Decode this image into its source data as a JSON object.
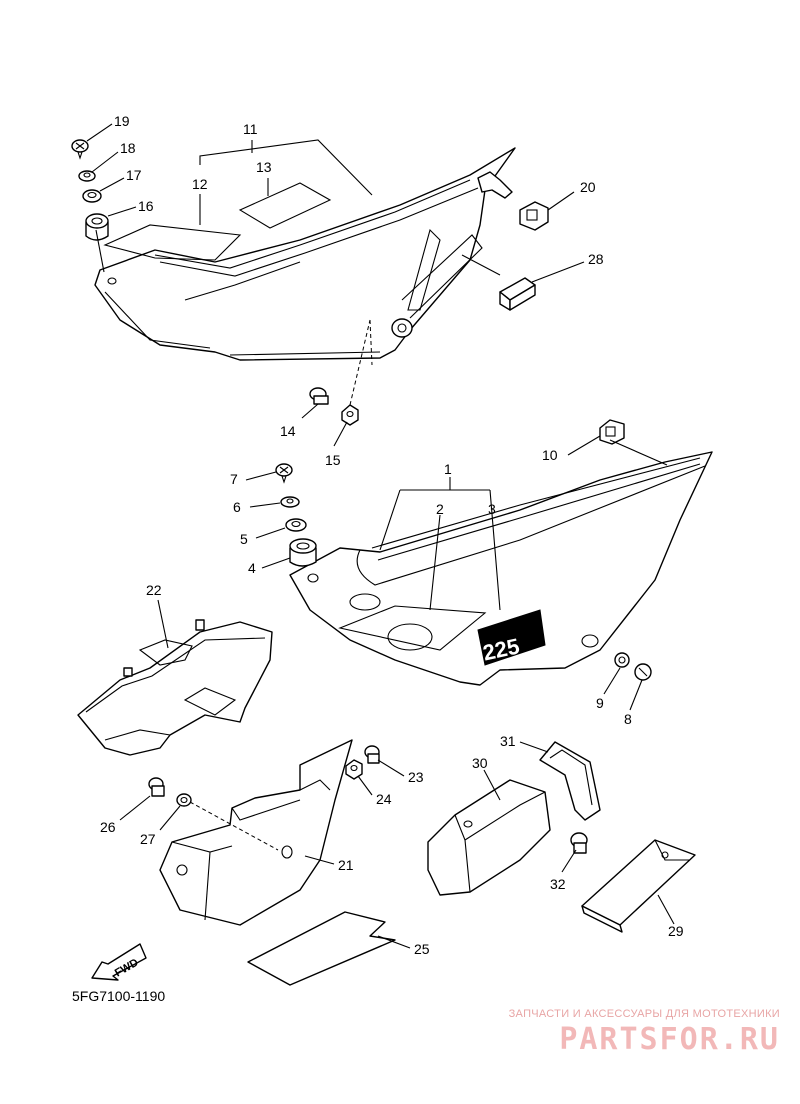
{
  "diagram": {
    "code": "5FG7100-1190",
    "fwd_label": "FWD",
    "plate_number": "225",
    "callouts": {
      "c1": "1",
      "c2": "2",
      "c3": "3",
      "c4": "4",
      "c5": "5",
      "c6": "6",
      "c7": "7",
      "c8": "8",
      "c9": "9",
      "c10": "10",
      "c11": "11",
      "c12": "12",
      "c13": "13",
      "c14": "14",
      "c15": "15",
      "c16": "16",
      "c17": "17",
      "c18": "18",
      "c19": "19",
      "c20": "20",
      "c21": "21",
      "c22": "22",
      "c23": "23",
      "c24": "24",
      "c25": "25",
      "c26": "26",
      "c27": "27",
      "c28": "28",
      "c29": "29",
      "c30": "30",
      "c31": "31",
      "c32": "32"
    }
  },
  "watermark": {
    "caption": "ЗАПЧАСТИ И АКСЕССУАРЫ ДЛЯ МОТОТЕХНИКИ",
    "logo": "PARTSFOR.RU"
  }
}
